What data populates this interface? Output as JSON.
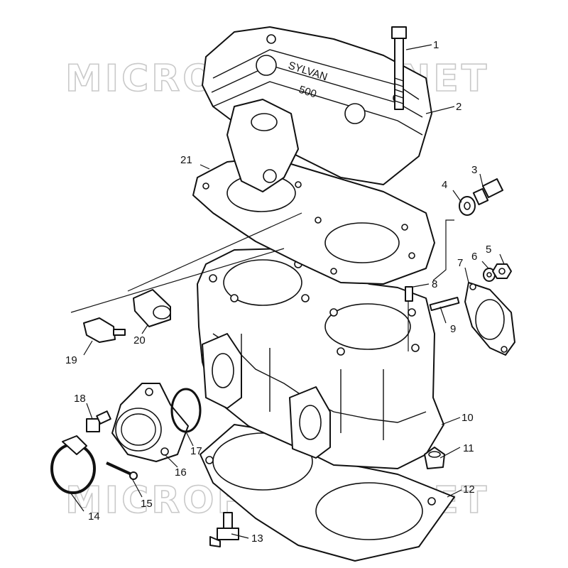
{
  "watermark": {
    "top": "MICROFICHES.NET",
    "bottom": "MICROFICHES.NET"
  },
  "head_cover_text": {
    "brand": "SYLVAN",
    "displacement": "500"
  },
  "callouts": [
    {
      "id": "1",
      "part": "head bolt"
    },
    {
      "id": "2",
      "part": "cylinder head cover"
    },
    {
      "id": "3",
      "part": "bolt"
    },
    {
      "id": "4",
      "part": "washer"
    },
    {
      "id": "5",
      "part": "nut"
    },
    {
      "id": "6",
      "part": "washer"
    },
    {
      "id": "7",
      "part": "exhaust gasket"
    },
    {
      "id": "8",
      "part": "dowel pin"
    },
    {
      "id": "9",
      "part": "stud"
    },
    {
      "id": "10",
      "part": "cylinder"
    },
    {
      "id": "11",
      "part": "flange nut"
    },
    {
      "id": "12",
      "part": "base gasket"
    },
    {
      "id": "13",
      "part": "fitting"
    },
    {
      "id": "14",
      "part": "clamp"
    },
    {
      "id": "15",
      "part": "screw"
    },
    {
      "id": "16",
      "part": "intake flange"
    },
    {
      "id": "17",
      "part": "o-ring"
    },
    {
      "id": "18",
      "part": "screw"
    },
    {
      "id": "19",
      "part": "temperature sensor"
    },
    {
      "id": "20",
      "part": "sleeve"
    },
    {
      "id": "21",
      "part": "head gasket"
    }
  ]
}
